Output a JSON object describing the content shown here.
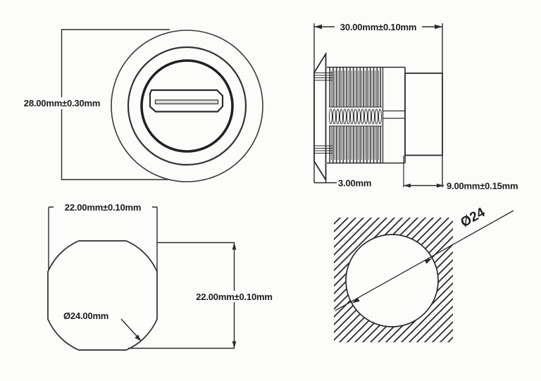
{
  "drawing": {
    "title": "HDMI panel-mount connector technical drawing",
    "front_view": {
      "height_dim": "28.00mm±0.30mm"
    },
    "side_view": {
      "length_dim": "30.00mm±0.10mm",
      "flange_dim": "3.00mm",
      "rear_dim": "9.00mm±0.15mm"
    },
    "cutout_view": {
      "width_dim": "22.00mm±0.10mm",
      "height_dim": "22.00mm±0.10mm",
      "diameter_dim": "Ø24.00mm"
    },
    "hole_view": {
      "diameter_dim": "Ø24"
    },
    "colors": {
      "line": "#2b2b2b",
      "text": "#1c1c1c",
      "background": "#fcfcfb",
      "slot_fill": "#dddbd6"
    }
  }
}
